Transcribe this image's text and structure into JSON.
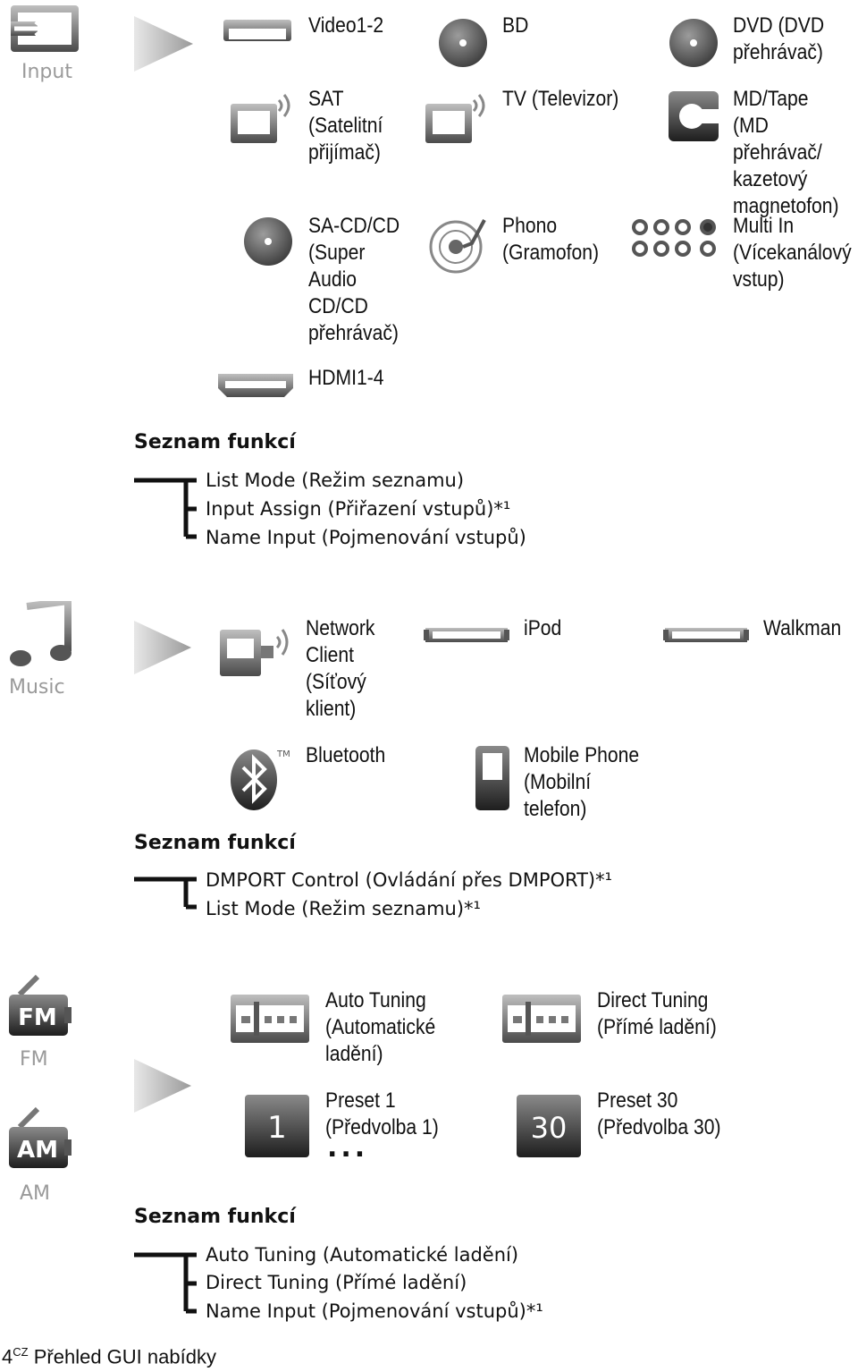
{
  "input": {
    "caption": "Input",
    "items": [
      {
        "label": "Video1-2",
        "icon": "video-connector-icon"
      },
      {
        "label": "BD",
        "icon": "disc-icon"
      },
      {
        "label": "DVD (DVD\npřehrávač)",
        "icon": "disc-icon"
      },
      {
        "label": "SAT\n(Satelitní\npřijímač)",
        "icon": "satellite-tv-icon"
      },
      {
        "label": "TV (Televizor)",
        "icon": "tv-icon"
      },
      {
        "label": "MD/Tape (MD\npřehrávač/\nkazetový\nmagnetofon)",
        "icon": "md-tape-icon"
      },
      {
        "label": "SA-CD/CD\n(Super\nAudio\nCD/CD\npřehrávač)",
        "icon": "disc-icon"
      },
      {
        "label": "Phono\n(Gramofon)",
        "icon": "turntable-icon"
      },
      {
        "label": "Multi In\n(Vícekanálový\nvstup)",
        "icon": "multi-channel-icon"
      },
      {
        "label": "HDMI1-4",
        "icon": "hdmi-icon"
      }
    ],
    "functions_heading": "Seznam funkcí",
    "functions": [
      "List Mode (Režim seznamu)",
      "Input Assign (Přiřazení vstupů)*¹",
      "Name Input (Pojmenování vstupů)"
    ]
  },
  "music": {
    "caption": "Music",
    "items": [
      {
        "label": "Network\nClient\n(Síťový\nklient)",
        "icon": "network-client-icon"
      },
      {
        "label": "iPod",
        "icon": "dock-connector-icon"
      },
      {
        "label": "Walkman",
        "icon": "dock-connector-icon"
      },
      {
        "label": "Bluetooth",
        "icon": "bluetooth-icon"
      },
      {
        "label": "Mobile Phone\n(Mobilní\ntelefon)",
        "icon": "mobile-phone-icon"
      }
    ],
    "functions_heading": "Seznam funkcí",
    "functions": [
      "DMPORT Control (Ovládání přes DMPORT)*¹",
      "List Mode (Režim seznamu)*¹"
    ]
  },
  "tuner": {
    "fm_caption": "FM",
    "am_caption": "AM",
    "fm_badge": "FM",
    "am_badge": "AM",
    "items": [
      {
        "label": "Auto Tuning\n(Automatické\nladění)",
        "icon": "tuning-icon"
      },
      {
        "label": "Direct Tuning\n(Přímé ladění)",
        "icon": "tuning-icon"
      },
      {
        "label": "Preset 1\n(Předvolba 1)",
        "icon": "preset-1-icon",
        "badge": "1"
      },
      {
        "label": "Preset 30\n(Předvolba 30)",
        "icon": "preset-30-icon",
        "badge": "30"
      }
    ],
    "ellipsis": "...",
    "functions_heading": "Seznam funkcí",
    "functions": [
      "Auto Tuning (Automatické ladění)",
      "Direct Tuning (Přímé ladění)",
      "Name Input (Pojmenování vstupů)*¹"
    ]
  },
  "footer": {
    "page": "4",
    "lang": "CZ",
    "title": "Přehled GUI nabídky"
  }
}
